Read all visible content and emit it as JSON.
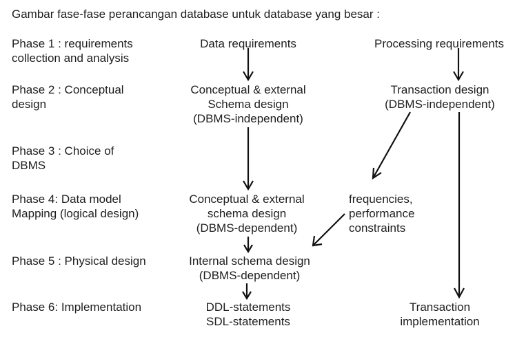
{
  "title": "Gambar fase-fase perancangan database untuk database yang besar :",
  "phases": [
    {
      "lines": [
        "Phase 1 : requirements",
        "collection and analysis"
      ]
    },
    {
      "lines": [
        "Phase 2 : Conceptual",
        "design"
      ]
    },
    {
      "lines": [
        "Phase 3 : Choice of",
        "DBMS"
      ]
    },
    {
      "lines": [
        "Phase 4: Data model",
        "Mapping (logical design)"
      ]
    },
    {
      "lines": [
        "Phase 5 : Physical design"
      ]
    },
    {
      "lines": [
        "Phase 6: Implementation"
      ]
    }
  ],
  "data_column": {
    "data_requirements": "Data requirements",
    "conceptual_independent": [
      "Conceptual & external",
      "Schema design",
      "(DBMS-independent)"
    ],
    "conceptual_dependent": [
      "Conceptual & external",
      "schema design",
      "(DBMS-dependent)"
    ],
    "internal_schema": [
      "Internal schema design",
      "(DBMS-dependent)"
    ],
    "statements": [
      "DDL-statements",
      "SDL-statements"
    ]
  },
  "processing_column": {
    "processing_requirements": "Processing requirements",
    "transaction_design": [
      "Transaction design",
      "(DBMS-independent)"
    ],
    "frequencies": [
      "frequencies,",
      "performance",
      "constraints"
    ],
    "transaction_implementation": [
      "Transaction",
      "implementation"
    ]
  }
}
